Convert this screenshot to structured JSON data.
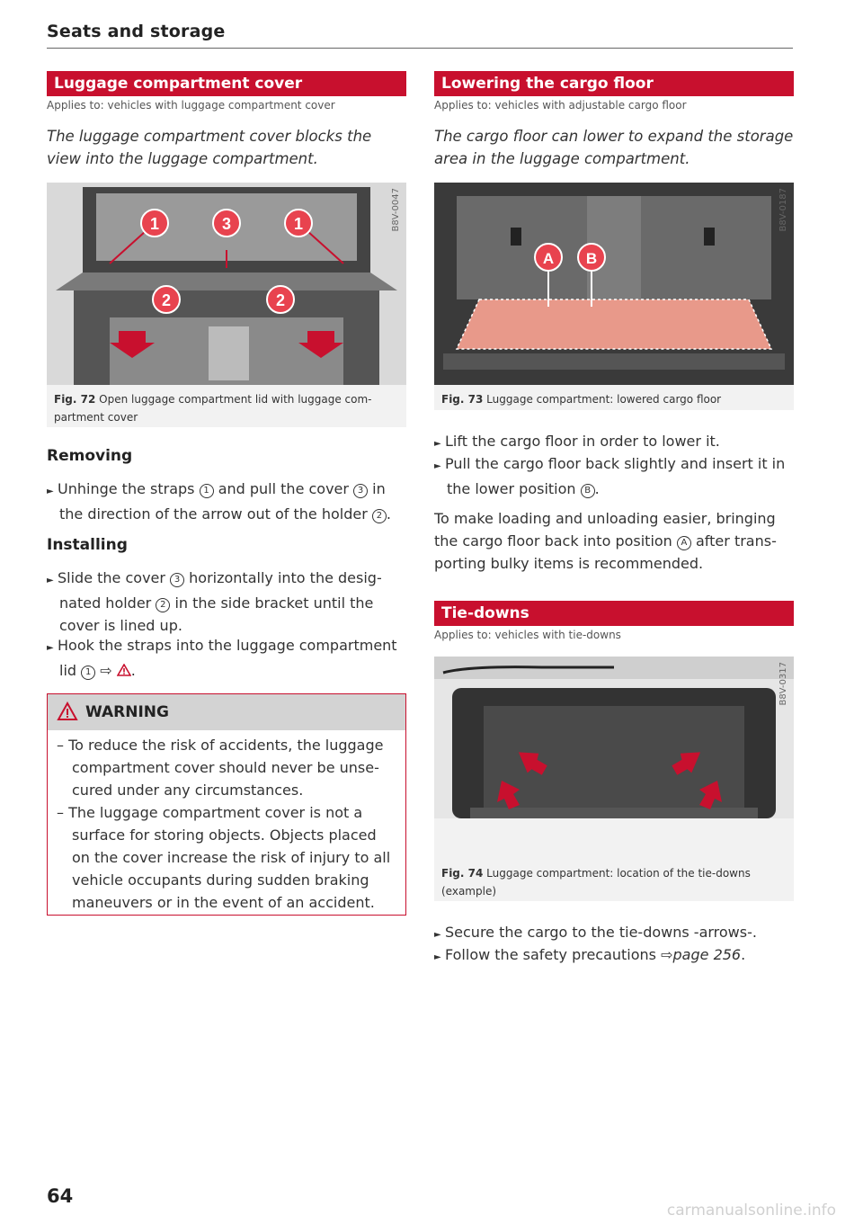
{
  "header": {
    "title": "Seats and storage"
  },
  "left": {
    "section_title": "Luggage compartment cover",
    "applies": "Applies to: vehicles with luggage compartment cover",
    "intro": "The luggage compartment cover blocks the view into the luggage compartment.",
    "figure": {
      "code": "B8V-0047",
      "label": "Fig. 72",
      "caption_l1": "Open luggage compartment lid with luggage com-",
      "caption_l2": "partment cover",
      "callouts": [
        "1",
        "3",
        "1",
        "2",
        "2"
      ]
    },
    "removing": {
      "title": "Removing",
      "step1_a": "Unhinge the straps",
      "step1_c1": "1",
      "step1_b": "and pull the cover",
      "step1_c2": "3",
      "step1_c": "in",
      "step1_l2": "the direction of the arrow out of the holder",
      "step1_c3": "2"
    },
    "installing": {
      "title": "Installing",
      "step1_a": "Slide the cover",
      "step1_c1": "3",
      "step1_b": "horizontally into the desig-",
      "step1_l2a": "nated holder",
      "step1_c2": "2",
      "step1_l2b": "in the side bracket until the",
      "step1_l3": "cover is lined up.",
      "step2_l1": "Hook the straps into the luggage compartment",
      "step2_l2a": "lid",
      "step2_c1": "1",
      "step2_arrow": "⇨"
    },
    "warning": {
      "title": "WARNING",
      "item1_l1": "– To reduce the risk of accidents, the luggage",
      "item1_l2": "compartment cover should never be unse-",
      "item1_l3": "cured under any circumstances.",
      "item2_l1": "– The luggage compartment cover is not a",
      "item2_l2": "surface for storing objects. Objects placed",
      "item2_l3": "on the cover increase the risk of injury to all",
      "item2_l4": "vehicle occupants during sudden braking",
      "item2_l5": "maneuvers or in the event of an accident."
    }
  },
  "right": {
    "section_title": "Lowering the cargo floor",
    "applies": "Applies to: vehicles with adjustable cargo floor",
    "intro_l1": "The cargo floor can lower to expand the storage",
    "intro_l2": "area in the luggage compartment.",
    "figure": {
      "code": "B8V-0187",
      "label": "Fig. 73",
      "caption": "Luggage compartment: lowered cargo floor",
      "callouts": [
        "A",
        "B"
      ]
    },
    "step1": "Lift the cargo floor in order to lower it.",
    "step2_l1": "Pull the cargo floor back slightly and insert it in",
    "step2_l2": "the lower position",
    "step2_c": "B",
    "para_l1": "To make loading and unloading easier, bringing",
    "para_l2a": "the cargo floor back into position",
    "para_c": "A",
    "para_l2b": "after trans-",
    "para_l3": "porting bulky items is recommended.",
    "tie": {
      "section_title": "Tie-downs",
      "applies": "Applies to: vehicles with tie-downs",
      "figure": {
        "code": "B8V-0317",
        "label": "Fig. 74",
        "caption_l1": "Luggage compartment: location of the tie-downs",
        "caption_l2": "(example)"
      },
      "step1": "Secure the cargo to the tie-downs -arrows-.",
      "step2_a": "Follow the safety precautions",
      "step2_arrow": "⇨",
      "step2_page": "page 256",
      "step2_end": "."
    }
  },
  "footer": {
    "page_number": "64",
    "watermark": "carmanualsonline.info"
  }
}
